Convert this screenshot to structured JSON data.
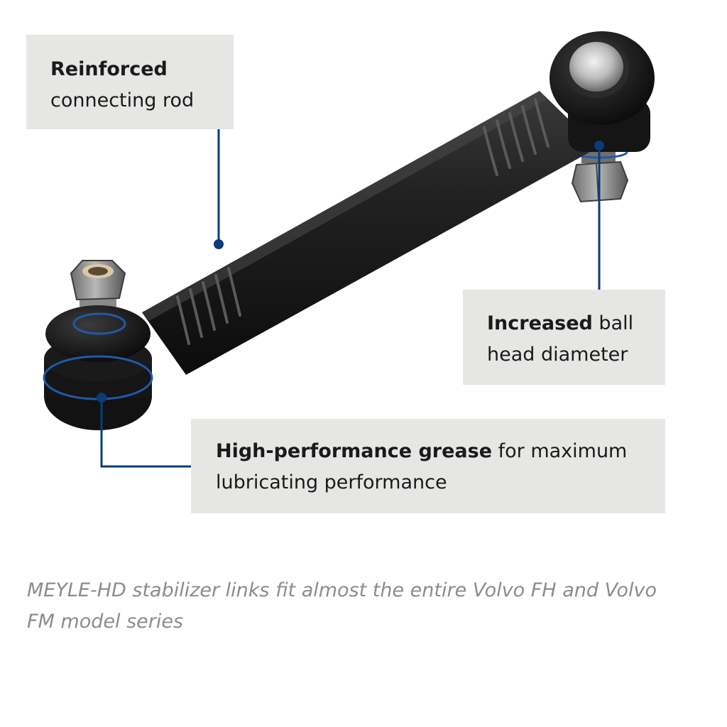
{
  "colors": {
    "callout_background": "#e6e6e5",
    "leader_line": "#0b3b78",
    "caption_text": "#8c8c8c",
    "part_body": "#1c1c1c"
  },
  "callouts": {
    "rod": {
      "bold": "Reinforced",
      "line2": "connecting rod"
    },
    "ball": {
      "bold": "Increased",
      "rest": " ball",
      "line2": "head diameter"
    },
    "grease": {
      "bold": "High-performance grease",
      "rest": " for maximum",
      "line2": "lubricating performance"
    }
  },
  "caption": {
    "line1": "MEYLE-HD stabilizer links fit almost the entire Volvo FH and Volvo",
    "line2": "FM model series"
  }
}
